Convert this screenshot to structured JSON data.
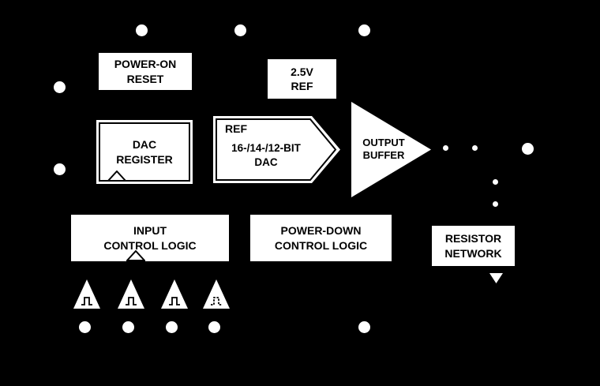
{
  "diagram": {
    "colors": {
      "background": "#000000",
      "block_fill": "#ffffff",
      "block_text": "#000000"
    },
    "blocks": {
      "power_on_reset": {
        "label": "POWER-ON\nRESET"
      },
      "vref_2p5": {
        "label": "2.5V\nREF"
      },
      "dac_register": {
        "label": "DAC\nREGISTER"
      },
      "dac_core": {
        "ref_label": "REF",
        "label": "16-/14-/12-BIT\nDAC"
      },
      "output_buffer": {
        "label": "OUTPUT\nBUFFER"
      },
      "input_control_logic": {
        "label": "INPUT\nCONTROL LOGIC"
      },
      "power_down_control_logic": {
        "label": "POWER-DOWN\nCONTROL LOGIC"
      },
      "resistor_network": {
        "label": "RESISTOR\nNETWORK"
      }
    },
    "icons": {
      "clock_edge": "clock-edge-triangle-icon",
      "digital_pulse": "digital-pulse-icon",
      "digital_pulse_dashed": "digital-pulse-dashed-icon",
      "arrow_down": "arrow-down-icon"
    }
  }
}
